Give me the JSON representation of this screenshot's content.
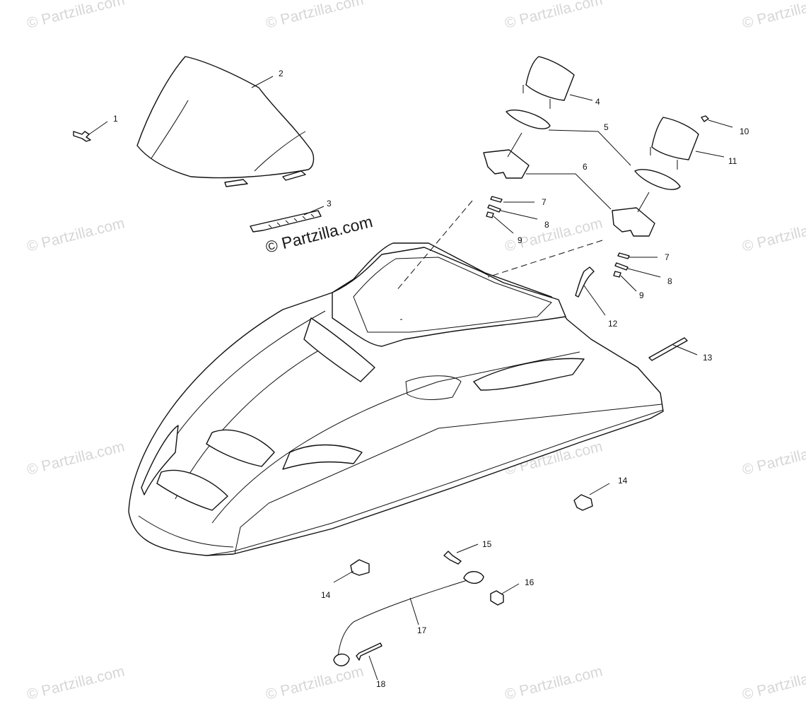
{
  "watermarks": {
    "main": "© Partzilla.com",
    "tile": "© Partzilla.com"
  },
  "callouts": {
    "c1": "1",
    "c2": "2",
    "c3": "3",
    "c4": "4",
    "c5": "5",
    "c6": "6",
    "c7a": "7",
    "c8a": "8",
    "c9a": "9",
    "c7b": "7",
    "c8b": "8",
    "c9b": "9",
    "c10": "10",
    "c11": "11",
    "c12": "12",
    "c13": "13",
    "c14a": "14",
    "c14b": "14",
    "c15": "15",
    "c16": "16",
    "c17": "17",
    "c18": "18"
  }
}
